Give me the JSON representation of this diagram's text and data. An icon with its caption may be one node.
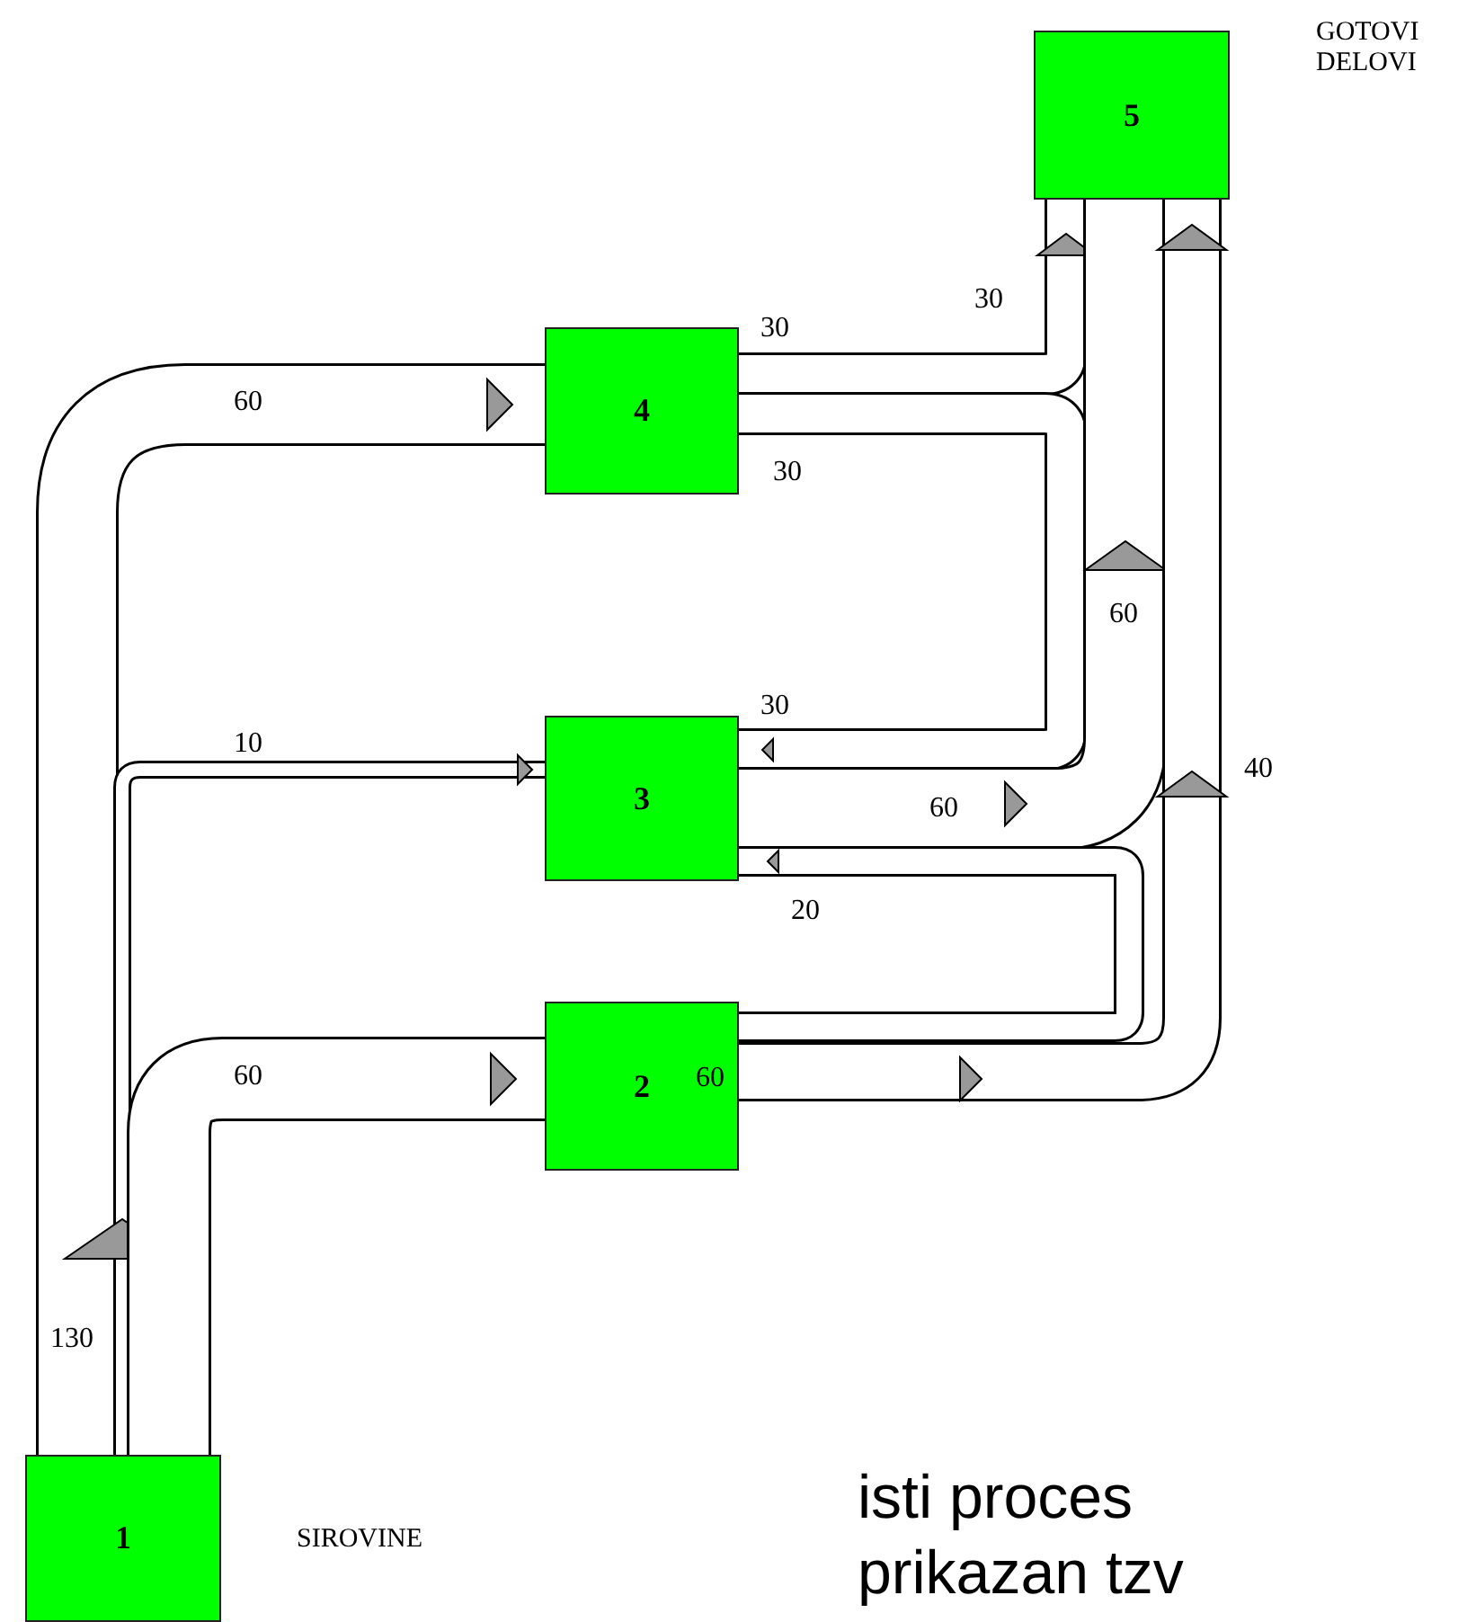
{
  "diagram": {
    "nodes": [
      {
        "text": [
          "5"
        ],
        "beside": [
          "GOTOVI DELOVI"
        ]
      },
      {
        "text": [
          "4"
        ]
      },
      {
        "text": [
          "3"
        ]
      },
      {
        "text": [
          "2"
        ]
      },
      {
        "text": [
          "1"
        ],
        "beside": [
          "SIROVINE"
        ]
      }
    ],
    "edges": [
      {
        "from": 4,
        "to": 1,
        "arrow": "to",
        "label": "60",
        "style": "thick"
      },
      {
        "from": 4,
        "to": 2,
        "arrow": "to",
        "label": "10"
      },
      {
        "from": 4,
        "to": 3,
        "arrow": "to",
        "label": "60",
        "style": "thick"
      },
      {
        "from": 1,
        "to": 0,
        "arrow": "to",
        "label": "30"
      },
      {
        "from": 1,
        "to": 2,
        "arrow": "to",
        "label": "30"
      },
      {
        "from": 2,
        "to": 0,
        "arrow": "to",
        "label": "60",
        "style": "thick"
      },
      {
        "from": 3,
        "to": 2,
        "arrow": "to",
        "label": "20"
      },
      {
        "from": 3,
        "to": 0,
        "arrow": "to",
        "label": "40"
      }
    ],
    "labels": [
      "30",
      "30",
      "60",
      "60",
      "130",
      "isti proces prikazan tzv"
    ]
  }
}
